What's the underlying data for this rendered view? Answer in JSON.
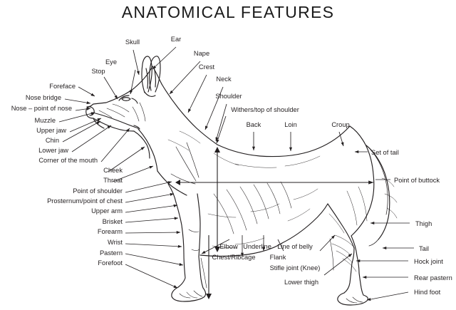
{
  "page": {
    "title": "ANATOMICAL FEATURES",
    "subject": "dog-anatomy-diagram",
    "background_color": "#ffffff",
    "ink_color": "#231f20"
  },
  "labels": {
    "skull": "Skull",
    "ear": "Ear",
    "nape": "Nape",
    "crest": "Crest",
    "neck": "Neck",
    "shoulder": "Shoulder",
    "withers": "Withers/top of shoulder",
    "back": "Back",
    "loin": "Loin",
    "croup": "Croup",
    "eye": "Eye",
    "stop": "Stop",
    "foreface": "Foreface",
    "nose_bridge": "Nose bridge",
    "nose_point": "Nose – point of nose",
    "muzzle": "Muzzle",
    "upper_jaw": "Upper jaw",
    "chin": "Chin",
    "lower_jaw": "Lower jaw",
    "corner_of_mouth": "Corner of the mouth",
    "cheek": "Cheek",
    "throat": "Throat",
    "point_of_shoulder": "Point of shoulder",
    "prosternum": "Prosternum/point of chest",
    "upper_arm": "Upper arm",
    "brisket": "Brisket",
    "forearm": "Forearm",
    "wrist": "Wrist",
    "pastern": "Pastern",
    "forefoot": "Forefoot",
    "set_of_tail": "Set of tail",
    "point_of_buttock": "Point of buttock",
    "thigh": "Thigh",
    "tail": "Tail",
    "hock_joint": "Hock joint",
    "rear_pastern": "Rear pastern",
    "hind_foot": "Hind foot",
    "elbow": "Elbow",
    "chest_ribcage": "Chest/Ribcage",
    "underline": "Underline",
    "flank": "Flank",
    "line_of_belly": "Line of belly",
    "stifle_joint": "Stifle joint (Knee)",
    "lower_thigh": "Lower thigh"
  }
}
